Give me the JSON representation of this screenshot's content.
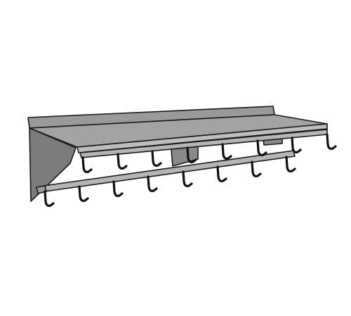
{
  "illustration": {
    "subject": "wall-mounted-shelf-with-pot-rack",
    "colors": {
      "background": "#ffffff",
      "backsplash": "#9a9a9a",
      "shelf_top": "#a3a3a3",
      "shelf_front": "#bdbdbd",
      "bracket": "#7c7c7c",
      "bar": "#b5b5b5",
      "hook": "#111111",
      "outline": "#1a1a1a"
    },
    "upper_bar_hook_count": 8,
    "lower_bar_hook_count": 8
  }
}
